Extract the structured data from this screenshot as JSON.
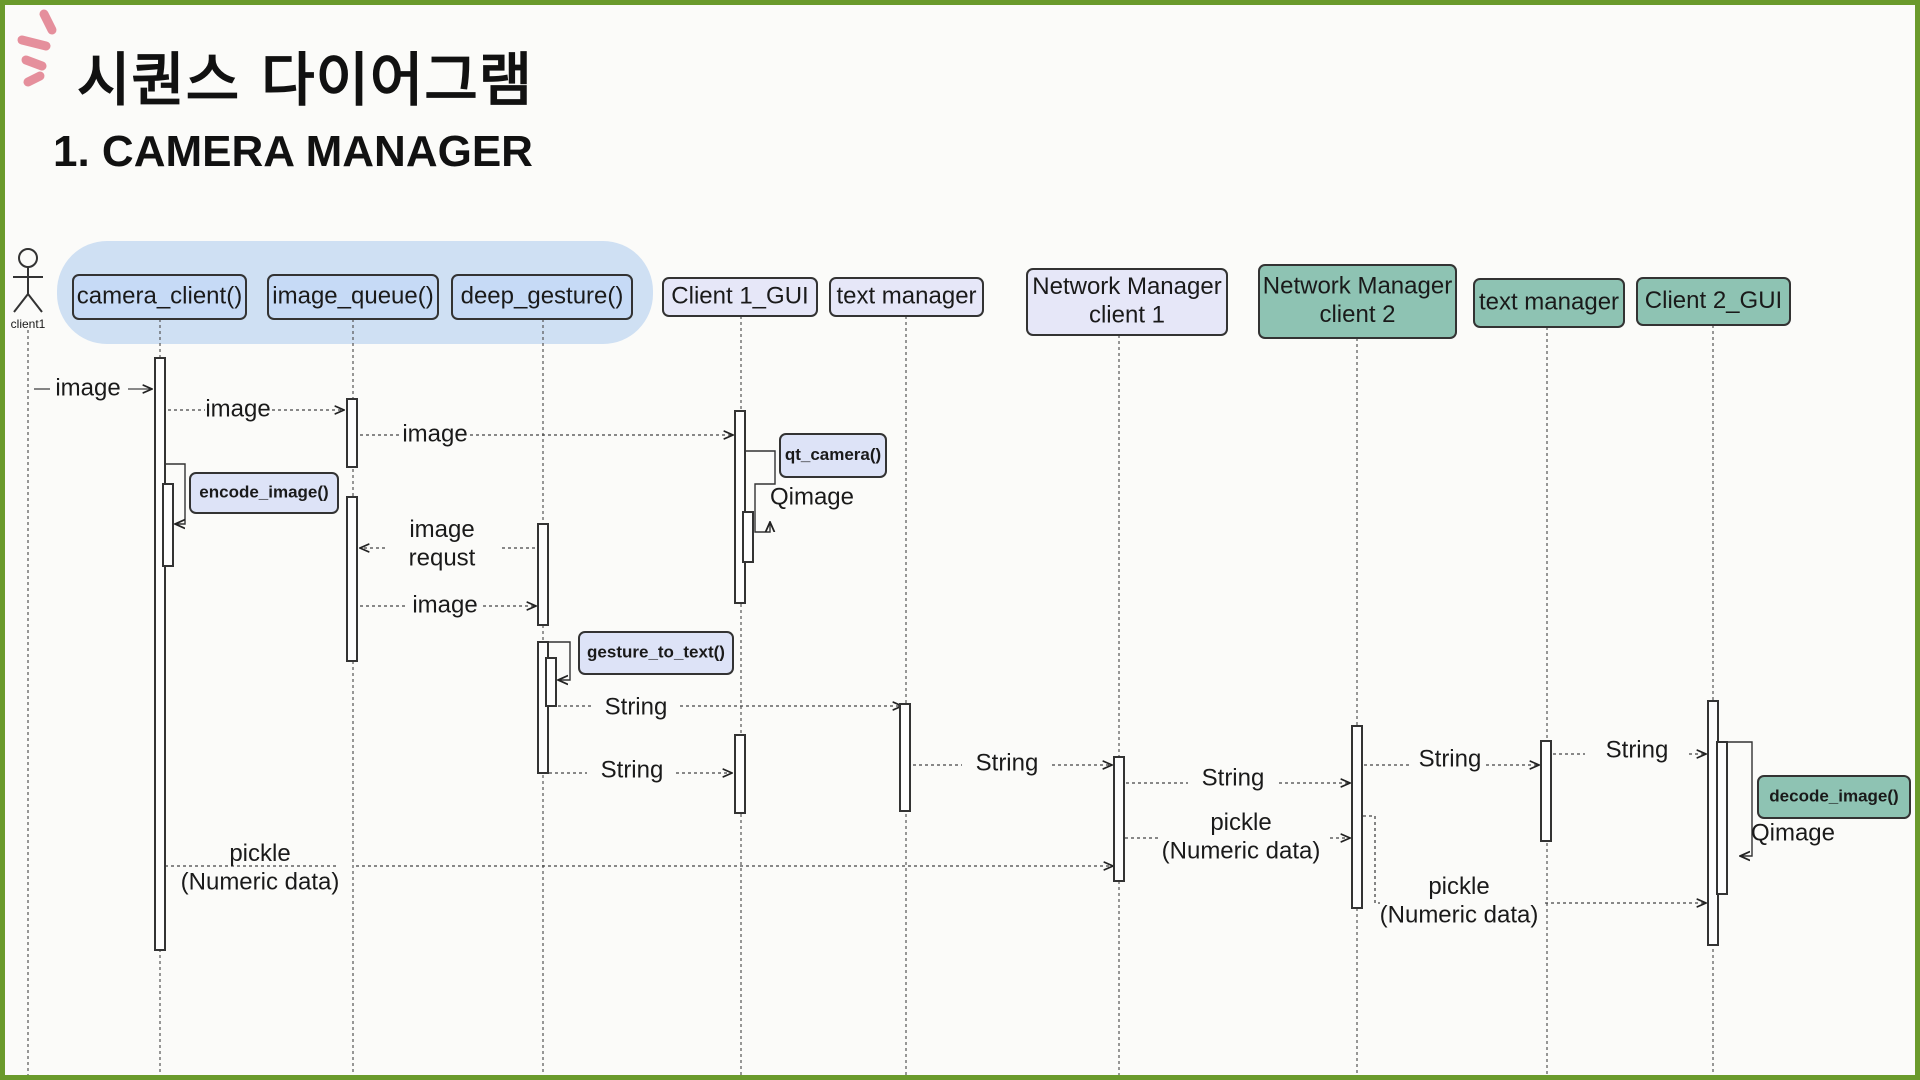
{
  "slide": {
    "title": "시퀀스 다이어그램",
    "subtitle": "1. CAMERA MANAGER"
  },
  "colors": {
    "frame": "#6a9a2c",
    "group_bg": "#cfe0f3",
    "blue_box": "#c6daf6",
    "lavender_box": "#e6e7f8",
    "teal_box": "#8ec3b3",
    "method_blue": "#dde3f7",
    "method_teal": "#8ec3b3",
    "logo": "#e58f9c"
  },
  "actor": {
    "label": "client1"
  },
  "participants": [
    {
      "id": "camera_client",
      "lines": [
        "camera_client()"
      ],
      "style": "blue"
    },
    {
      "id": "image_queue",
      "lines": [
        "image_queue()"
      ],
      "style": "blue"
    },
    {
      "id": "deep_gesture",
      "lines": [
        "deep_gesture()"
      ],
      "style": "blue"
    },
    {
      "id": "client1_gui",
      "lines": [
        "Client 1_GUI"
      ],
      "style": "lavender"
    },
    {
      "id": "text_manager_1",
      "lines": [
        "text manager"
      ],
      "style": "lavender"
    },
    {
      "id": "network_manager_1",
      "lines": [
        "Network Manager",
        "client 1"
      ],
      "style": "lavender"
    },
    {
      "id": "network_manager_2",
      "lines": [
        "Network Manager",
        "client 2"
      ],
      "style": "teal"
    },
    {
      "id": "text_manager_2",
      "lines": [
        "text manager"
      ],
      "style": "teal"
    },
    {
      "id": "client2_gui",
      "lines": [
        "Client 2_GUI"
      ],
      "style": "teal"
    }
  ],
  "methods": [
    {
      "id": "encode_image",
      "label": "encode_image()",
      "style": "blue"
    },
    {
      "id": "qt_camera",
      "label": "qt_camera()",
      "style": "blue"
    },
    {
      "id": "gesture_to_text",
      "label": "gesture_to_text()",
      "style": "blue"
    },
    {
      "id": "decode_image",
      "label": "decode_image()",
      "style": "teal"
    }
  ],
  "messages": [
    {
      "id": "m1",
      "lines": [
        "image"
      ]
    },
    {
      "id": "m2",
      "lines": [
        "image"
      ]
    },
    {
      "id": "m3",
      "lines": [
        "image"
      ]
    },
    {
      "id": "m4",
      "lines": [
        "Qimage"
      ]
    },
    {
      "id": "m5",
      "lines": [
        "image",
        "requst"
      ]
    },
    {
      "id": "m6",
      "lines": [
        "image"
      ]
    },
    {
      "id": "m7",
      "lines": [
        "String"
      ]
    },
    {
      "id": "m8",
      "lines": [
        "String"
      ]
    },
    {
      "id": "m9",
      "lines": [
        "String"
      ]
    },
    {
      "id": "m10",
      "lines": [
        "String"
      ]
    },
    {
      "id": "m11",
      "lines": [
        "String"
      ]
    },
    {
      "id": "m12",
      "lines": [
        "String"
      ]
    },
    {
      "id": "m13",
      "lines": [
        "pickle",
        "(Numeric data)"
      ]
    },
    {
      "id": "m14",
      "lines": [
        "pickle",
        "(Numeric data)"
      ]
    },
    {
      "id": "m15",
      "lines": [
        "pickle",
        "(Numeric data)"
      ]
    },
    {
      "id": "m16",
      "lines": [
        "Qimage"
      ]
    }
  ]
}
